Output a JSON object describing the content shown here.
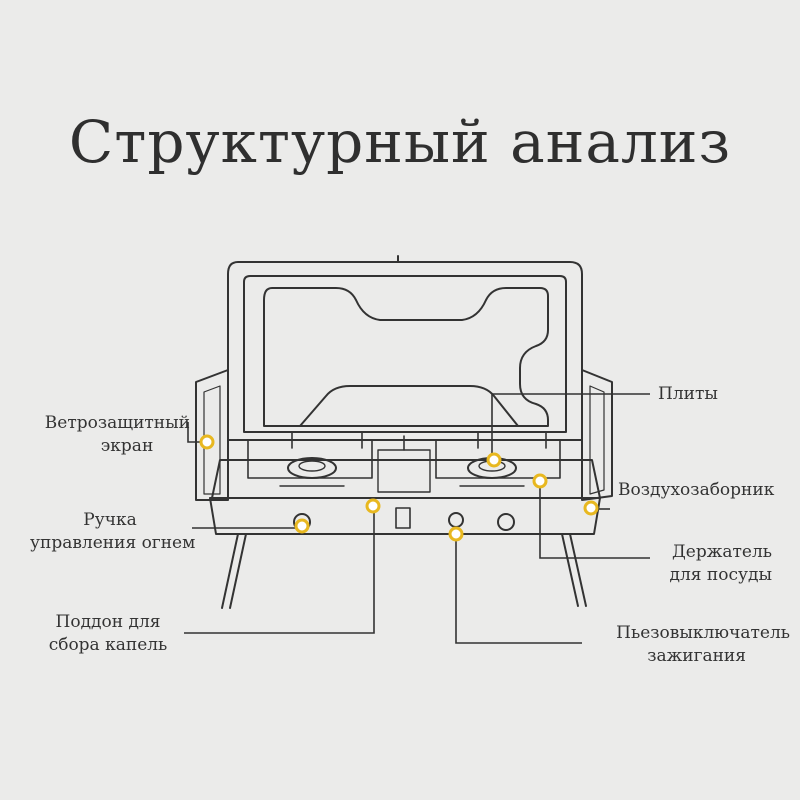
{
  "title": "Структурный анализ",
  "labels": {
    "windscreen": [
      "Ветрозащитный",
      "экран"
    ],
    "plates": [
      "Плиты"
    ],
    "air_intake": [
      "Воздухозаборник"
    ],
    "flame_control": [
      "Ручка",
      "управления огнем"
    ],
    "pot_holder": [
      "Держатель",
      "для посуды"
    ],
    "drip_tray": [
      "Поддон для",
      "сбора капель"
    ],
    "igniter": [
      "Пьезовыключатель",
      "зажигания"
    ]
  },
  "colors": {
    "marker": "#e8b820",
    "line": "#333333",
    "background": "#ebebea"
  }
}
